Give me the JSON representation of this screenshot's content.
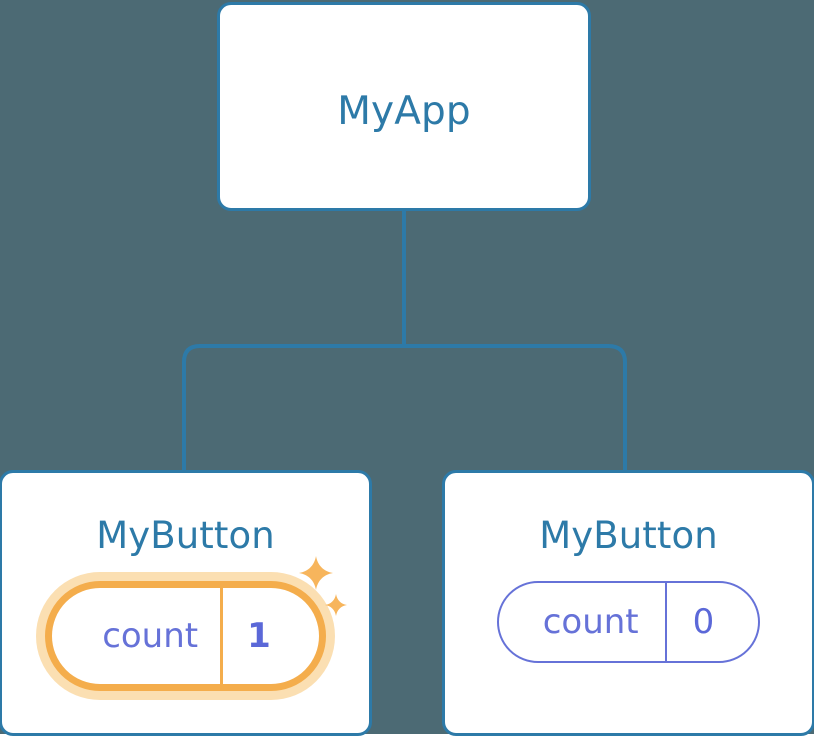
{
  "theme": {
    "background": "#4c6a74",
    "card_background": "#ffffff",
    "card_border": "#2d7aa8",
    "connector": "#2d7aa8",
    "title_text": "#2d7aa8",
    "prop_text": "#6672d8",
    "highlight_border": "#f4ad4c",
    "highlight_glow": "#fbdfb2",
    "sparkle": "#f7b55c"
  },
  "tree": {
    "root": {
      "label": "MyApp"
    },
    "children": [
      {
        "label": "MyButton",
        "prop": {
          "key": "count",
          "value": "1"
        },
        "highlighted": true,
        "sparkle_big_icon": "sparkle-icon",
        "sparkle_small_icon": "sparkle-icon"
      },
      {
        "label": "MyButton",
        "prop": {
          "key": "count",
          "value": "0"
        },
        "highlighted": false
      }
    ]
  }
}
